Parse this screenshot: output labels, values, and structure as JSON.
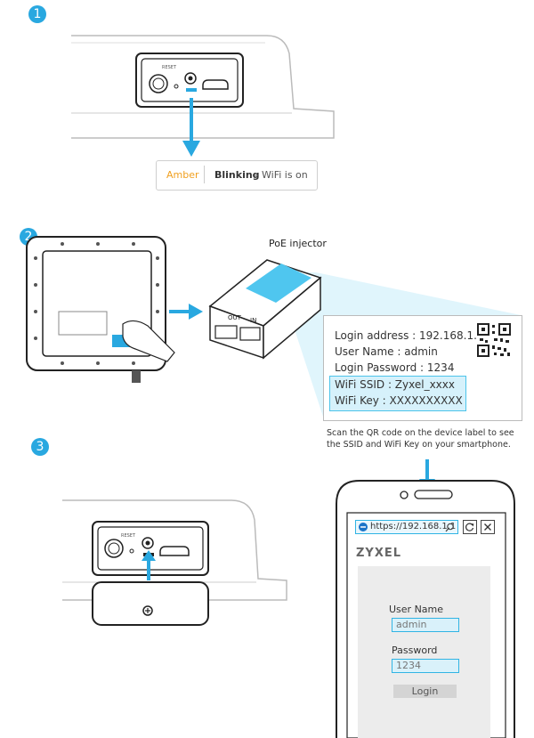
{
  "steps": [
    "1",
    "2",
    "3"
  ],
  "led_legend": {
    "color": "Amber",
    "state": "Blinking",
    "description": " – WiFi is on"
  },
  "device": {
    "reset_label": "RESET",
    "poe_out_label": "OUT",
    "poe_in_label": "IN"
  },
  "poe": {
    "title": "PoE injector"
  },
  "label_card": {
    "login_address": "Login address : 192.168.1.1",
    "user_name": "User Name : admin",
    "login_password": "Login Password : 1234",
    "wifi_ssid": "WiFi SSID : Zyxel_xxxx",
    "wifi_key": "WiFi Key : XXXXXXXXXX"
  },
  "instruction": {
    "line1": "Scan the QR code on the device label to see",
    "line2": "the SSID and WiFi Key on your smartphone."
  },
  "phone": {
    "url": "https://192.168.1.1",
    "brand": "ZYXEL",
    "username_label": "User Name",
    "username_value": "admin",
    "password_label": "Password",
    "password_value": "1234",
    "login_button": "Login"
  },
  "colors": {
    "accent": "#29a8e0",
    "amber": "#f0a020",
    "highlight": "#d6f1fb"
  }
}
